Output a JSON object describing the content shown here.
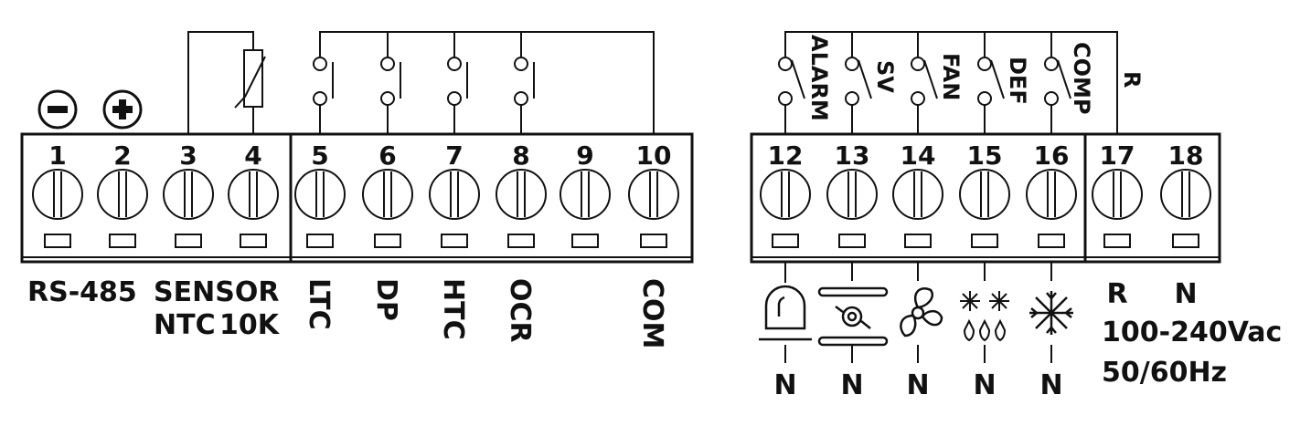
{
  "colors": {
    "ink": "#111111",
    "background": "#ffffff"
  },
  "left_block": {
    "terminals": [
      "1",
      "2",
      "3",
      "4",
      "5",
      "6",
      "7",
      "8",
      "9",
      "10"
    ],
    "polarity": {
      "minus": "−",
      "plus": "+"
    },
    "labels": {
      "rs485": "RS-485",
      "sensor": "SENSOR",
      "ntc": "NTC",
      "ntc_value": "10K",
      "ltc": "LTC",
      "dp": "DP",
      "htc": "HTC",
      "ocr": "OCR",
      "com": "COM"
    }
  },
  "right_block": {
    "terminals": [
      "12",
      "13",
      "14",
      "15",
      "16",
      "17",
      "18"
    ],
    "relays": [
      "ALARM",
      "SV",
      "FAN",
      "DEF",
      "COMP"
    ],
    "common_label": "R",
    "neutral_label": "N",
    "icons": [
      "alarm-lamp-icon",
      "solenoid-valve-icon",
      "fan-icon",
      "defrost-icon",
      "compressor-icon"
    ],
    "power": {
      "r_label": "R",
      "n_label": "N",
      "voltage": "100-240Vac",
      "frequency": "50/60Hz"
    }
  }
}
